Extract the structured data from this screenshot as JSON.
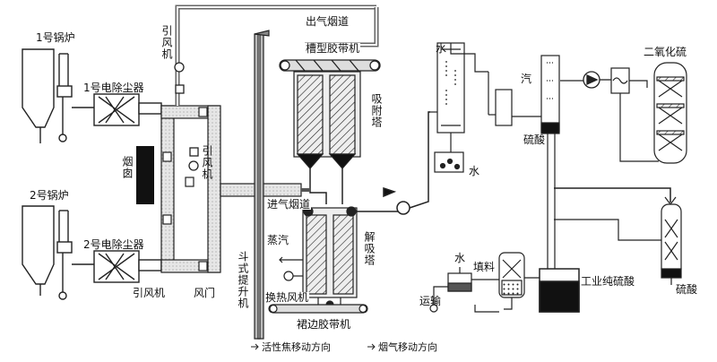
{
  "labels": {
    "boiler_1": "1号锅炉",
    "boiler_2": "2号锅炉",
    "precip_1": "1号电除尘器",
    "precip_2": "2号电除尘器",
    "induced_fan_top": "引风机",
    "induced_fan_mid": "引风机",
    "induced_fan_bottom": "引风机",
    "chimney": "烟囱",
    "damper": "风门",
    "outlet_flue": "出气烟道",
    "trough_conveyor": "槽型胶带机",
    "adsorption_tower": "吸附塔",
    "inlet_flue": "进气烟道",
    "steam_left": "蒸汽",
    "desorption_tower": "解吸塔",
    "heat_exchange_fan": "换热风机",
    "skirt_conveyor": "裙边胶带机",
    "bucket_elevator": "斗式提升机",
    "water_top": "水",
    "water_mid": "水",
    "steam_right": "汽",
    "sulfuric_acid_mid": "硫酸",
    "sulfur_dioxide": "二氧化硫",
    "water_bottom": "水",
    "packing": "填料",
    "transport": "运输",
    "industrial_acid": "工业纯硫酸",
    "sulfuric_acid_right": "硫酸"
  },
  "legend": {
    "coke_direction": "活性焦移动方向",
    "flue_direction": "烟气移动方向"
  }
}
